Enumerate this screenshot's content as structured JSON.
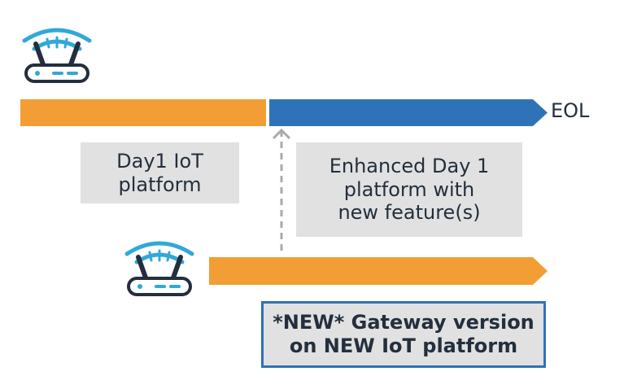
{
  "colors": {
    "orange": "#f29e34",
    "blue": "#2e73b8",
    "box_gray": "#e1e1e1",
    "dark": "#232f3e",
    "arrow_gray": "#aaaaaa"
  },
  "icons": [
    "router-icon-top",
    "router-icon-bottom"
  ],
  "labels": {
    "eol": "EOL",
    "day1_line1": "Day1 IoT",
    "day1_line2": "platform",
    "enhanced_line1": "Enhanced Day 1",
    "enhanced_line2": "platform with",
    "enhanced_line3": "new feature(s)",
    "new_line1": "*NEW* Gateway version",
    "new_line2": "on NEW IoT platform"
  }
}
